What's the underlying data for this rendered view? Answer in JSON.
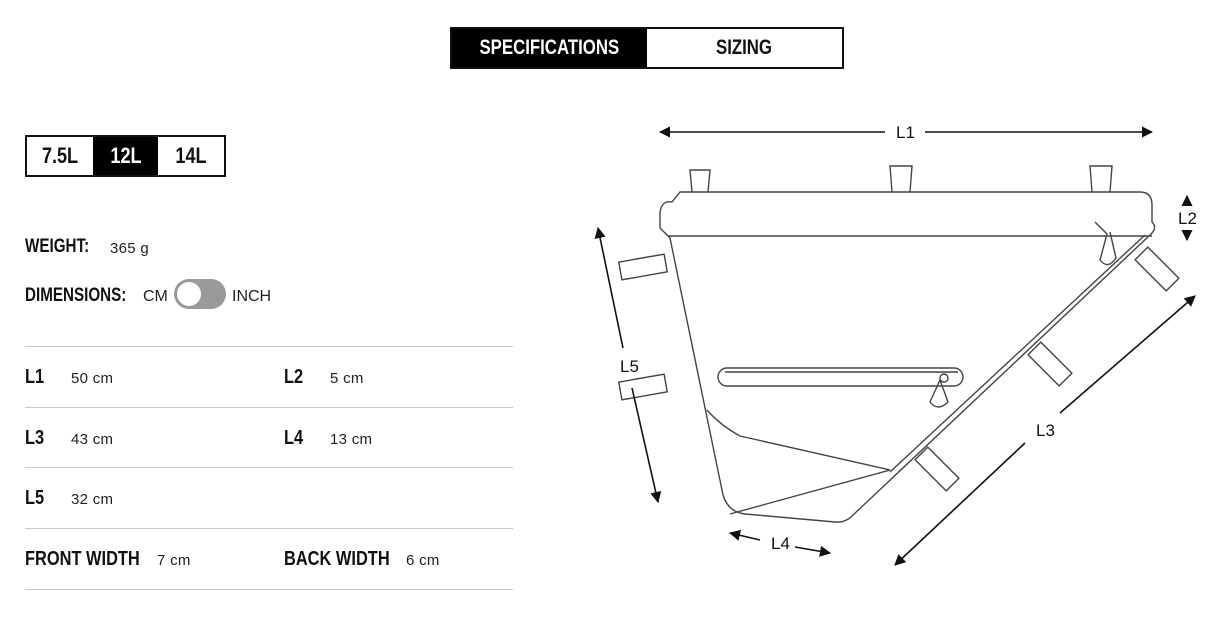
{
  "tabs": [
    {
      "label": "SPECIFICATIONS",
      "active": true
    },
    {
      "label": "SIZING",
      "active": false
    }
  ],
  "sizes": [
    {
      "label": "7.5L",
      "active": false
    },
    {
      "label": "12L",
      "active": true
    },
    {
      "label": "14L",
      "active": false
    }
  ],
  "weight": {
    "label": "WEIGHT:",
    "value": "365 g"
  },
  "dimensions": {
    "label": "DIMENSIONS:",
    "unit_left": "CM",
    "unit_right": "INCH",
    "toggle_on": false
  },
  "specs": {
    "l1": {
      "label": "L1",
      "value": "50 cm"
    },
    "l2": {
      "label": "L2",
      "value": "5 cm"
    },
    "l3": {
      "label": "L3",
      "value": "43 cm"
    },
    "l4": {
      "label": "L4",
      "value": "13 cm"
    },
    "l5": {
      "label": "L5",
      "value": "32 cm"
    },
    "front_width": {
      "label": "FRONT WIDTH",
      "value": "7 cm"
    },
    "back_width": {
      "label": "BACK WIDTH",
      "value": "6 cm"
    }
  },
  "diagram": {
    "labels": {
      "l1": "L1",
      "l2": "L2",
      "l3": "L3",
      "l4": "L4",
      "l5": "L5"
    }
  },
  "colors": {
    "accent": "#000000",
    "toggle_track": "#9a9a9a",
    "divider": "#c9c9c9"
  }
}
